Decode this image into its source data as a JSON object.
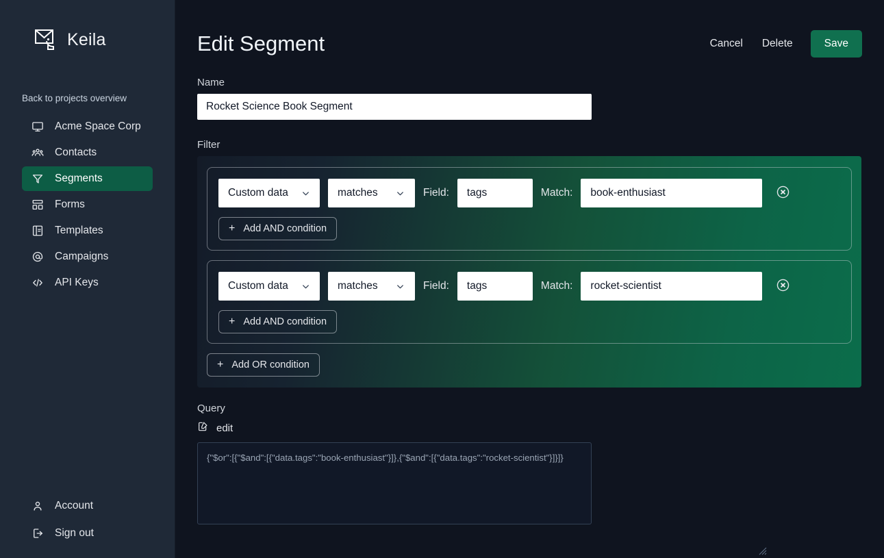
{
  "app": {
    "brand": "Keila",
    "logo_icon": "keila-envelope-logo"
  },
  "sidebar": {
    "back_link": "Back to projects overview",
    "items": [
      {
        "label": "Acme Space Corp",
        "icon": "monitor-icon",
        "active": false
      },
      {
        "label": "Contacts",
        "icon": "users-icon",
        "active": false
      },
      {
        "label": "Segments",
        "icon": "filter-funnel-icon",
        "active": true
      },
      {
        "label": "Forms",
        "icon": "form-layout-icon",
        "active": false
      },
      {
        "label": "Templates",
        "icon": "template-page-icon",
        "active": false
      },
      {
        "label": "Campaigns",
        "icon": "at-sign-icon",
        "active": false
      },
      {
        "label": "API Keys",
        "icon": "code-brackets-icon",
        "active": false
      }
    ],
    "bottom_items": [
      {
        "label": "Account",
        "icon": "user-icon"
      },
      {
        "label": "Sign out",
        "icon": "logout-icon"
      }
    ],
    "active_color": "#0d5d45"
  },
  "header": {
    "title": "Edit Segment",
    "cancel_label": "Cancel",
    "delete_label": "Delete",
    "save_label": "Save",
    "save_color": "#10704f"
  },
  "form": {
    "name_label": "Name",
    "name_value": "Rocket Science Book Segment",
    "name_placeholder": "",
    "filter_label": "Filter"
  },
  "filter": {
    "add_or_label": "Add OR condition",
    "add_and_label": "Add AND condition",
    "field_label": "Field:",
    "match_label": "Match:",
    "remove_icon": "remove-circle-x-icon",
    "chevron_icon": "chevron-down-icon",
    "plus_icon": "plus-icon",
    "groups": [
      {
        "conditions": [
          {
            "type_value": "Custom data",
            "operator_value": "matches",
            "field_value": "tags",
            "match_value": "book-enthusiast"
          }
        ]
      },
      {
        "conditions": [
          {
            "type_value": "Custom data",
            "operator_value": "matches",
            "field_value": "tags",
            "match_value": "rocket-scientist"
          }
        ]
      }
    ]
  },
  "query": {
    "label": "Query",
    "edit_label": "edit",
    "edit_icon": "edit-pencil-square-icon",
    "value": "{\"$or\":[{\"$and\":[{\"data.tags\":\"book-enthusiast\"}]},{\"$and\":[{\"data.tags\":\"rocket-scientist\"}]}]}"
  }
}
